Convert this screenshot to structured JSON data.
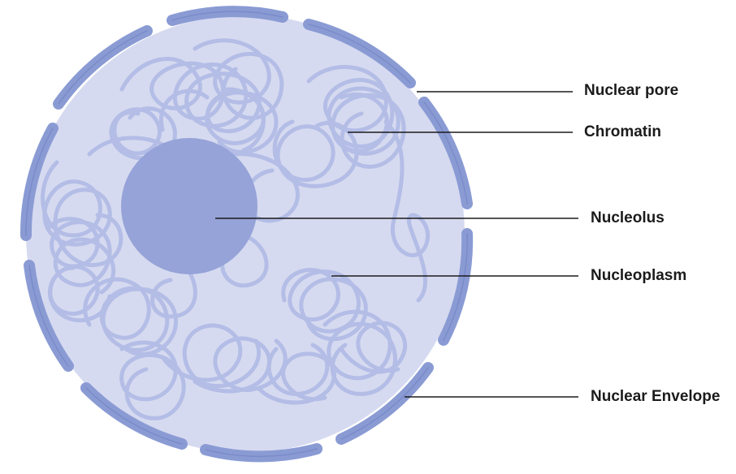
{
  "labels": {
    "nuclear_pore": "Nuclear pore",
    "chromatin": "Chromatin",
    "nucleolus": "Nucleolus",
    "nucleoplasm": "Nucleoplasm",
    "nuclear_envelope": "Nuclear Envelope"
  },
  "colors": {
    "nucleoplasm": "#d6daf0",
    "envelope": "#8a9bd4",
    "envelope_edge": "#6f82c2",
    "chromatin": "#b3bde6",
    "nucleolus": "#95a3d8",
    "leader_line": "#1b1b1b",
    "text": "#1b1b1b"
  }
}
